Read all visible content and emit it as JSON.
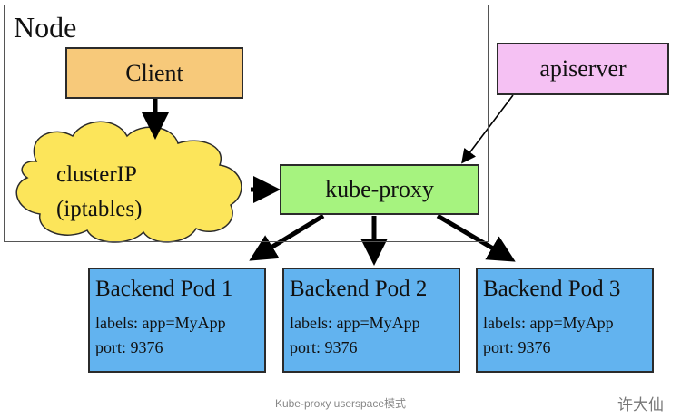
{
  "node": {
    "label": "Node"
  },
  "client": {
    "label": "Client"
  },
  "cluster_ip": {
    "line1": "clusterIP",
    "line2": "(iptables)"
  },
  "kube_proxy": {
    "label": "kube-proxy"
  },
  "apiserver": {
    "label": "apiserver"
  },
  "pods": [
    {
      "title": "Backend Pod 1",
      "labels": "labels: app=MyApp",
      "port": "port: 9376"
    },
    {
      "title": "Backend Pod 2",
      "labels": "labels: app=MyApp",
      "port": "port: 9376"
    },
    {
      "title": "Backend Pod 3",
      "labels": "labels: app=MyApp",
      "port": "port: 9376"
    }
  ],
  "caption": "Kube-proxy userspace模式",
  "watermark": "许大仙",
  "colors": {
    "client": "#f7c97a",
    "cloud": "#fce55a",
    "kube_proxy": "#a6f37f",
    "apiserver": "#f5c1f3",
    "pod": "#62b3ef"
  }
}
